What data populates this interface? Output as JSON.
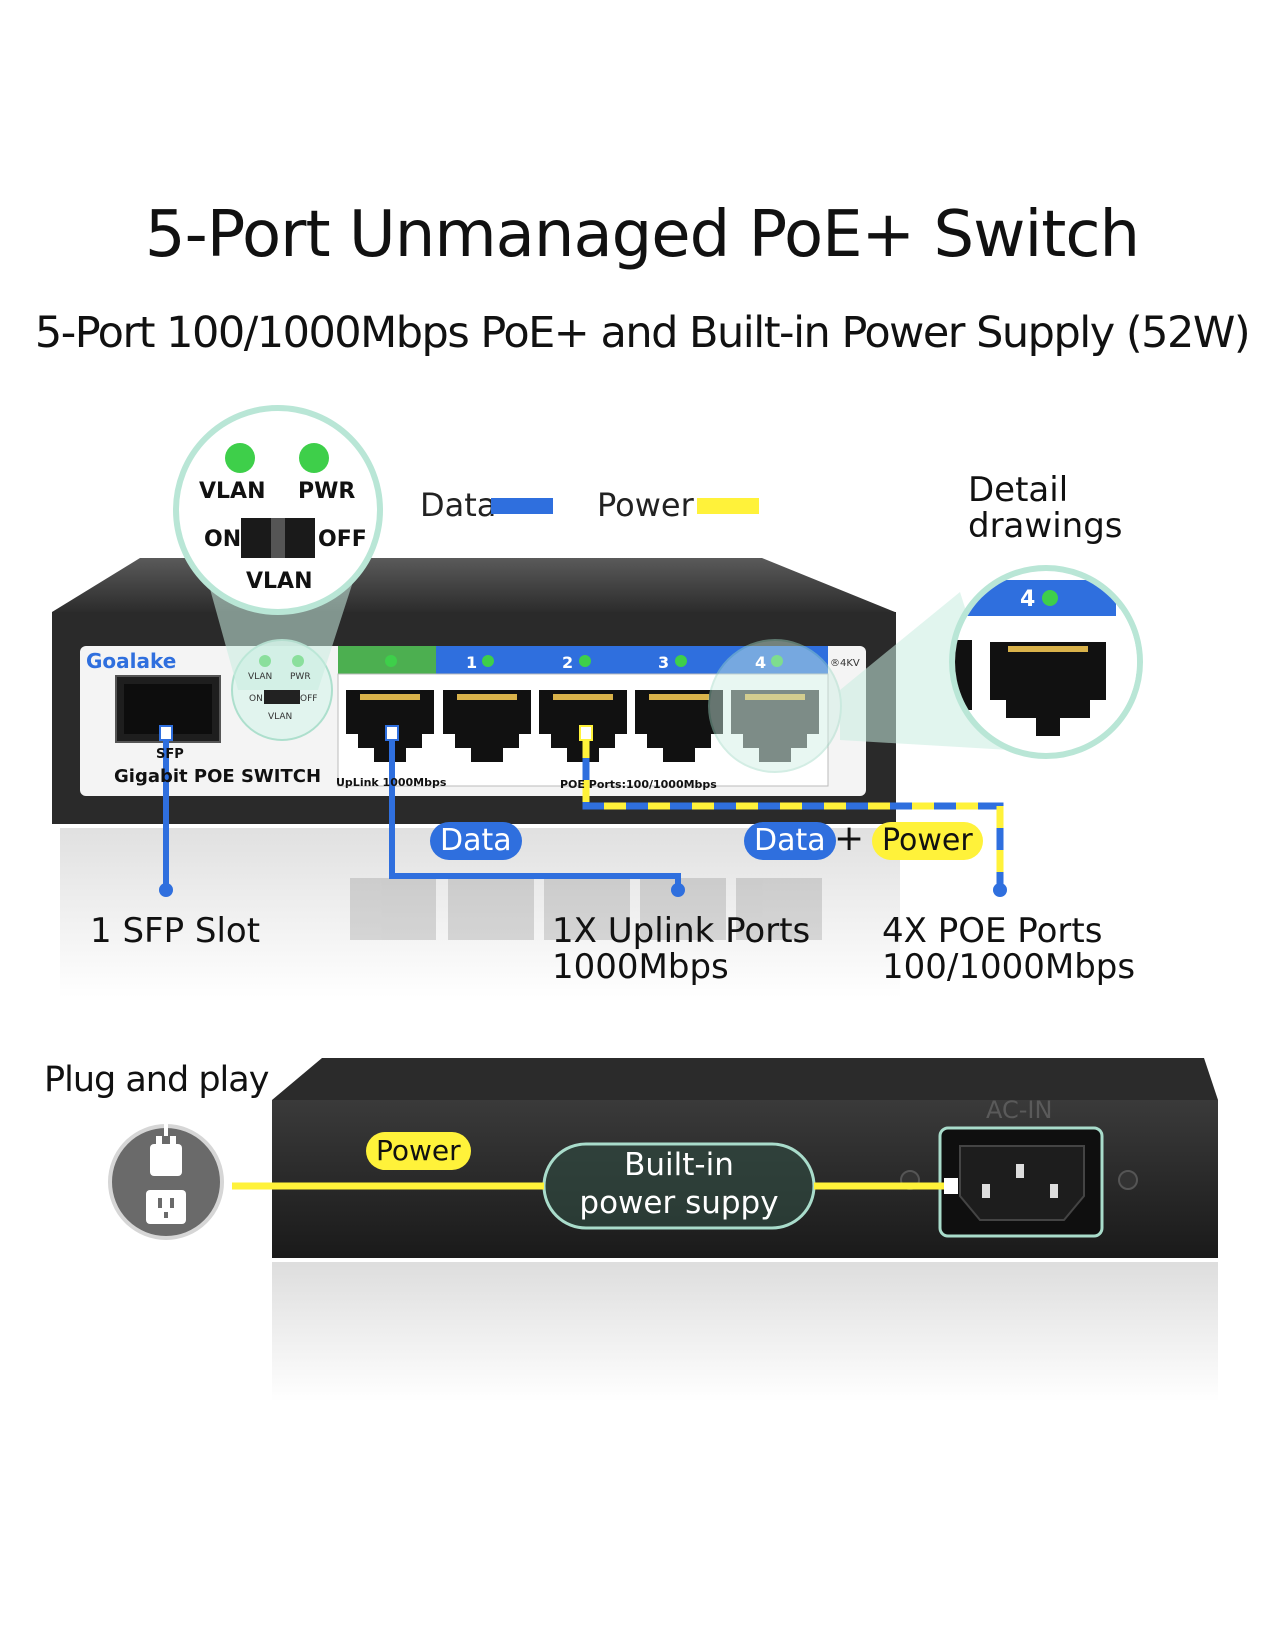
{
  "title": "5-Port  Unmanaged PoE+ Switch",
  "subtitle": "5-Port 100/1000Mbps PoE+ and Built-in Power Supply (52W)",
  "legend": {
    "data_label": "Data",
    "power_label": "Power",
    "data_color": "#2f6fde",
    "power_color": "#fff23a"
  },
  "detail_label": "Detail\ndrawings",
  "zoom_panel": {
    "led_vlan": "VLAN",
    "led_pwr": "PWR",
    "switch_on": "ON",
    "switch_off": "OFF",
    "switch_label": "VLAN"
  },
  "device_front": {
    "brand": "Goalake",
    "sfp_label": "SFP",
    "model_text": "Gigabit POE SWITCH",
    "uplink_text": "UpLink 1000Mbps",
    "poe_text": "POE Ports:100/1000Mbps",
    "kv_text": "®4KV",
    "ports": [
      "",
      "1",
      "2",
      "3",
      "4"
    ],
    "mini_vlan": "VLAN",
    "mini_pwr": "PWR",
    "mini_on": "ON",
    "mini_off": "OFF",
    "mini_switch": "VLAN"
  },
  "detail_port_number": "4",
  "pills": {
    "data_uplink": "Data",
    "data_poe": "Data",
    "plus": "+",
    "power_poe": "Power",
    "power_rear": "Power"
  },
  "callouts": {
    "sfp": "1 SFP Slot",
    "uplink_line1": "1X  Uplink  Ports",
    "uplink_line2": "1000Mbps",
    "poe_line1": "4X  POE  Ports",
    "poe_line2": "100/1000Mbps"
  },
  "rear": {
    "plug_label": "Plug and play",
    "ac_in": "AC-IN",
    "builtin_line1": "Built-in",
    "builtin_line2": "power suppy"
  }
}
